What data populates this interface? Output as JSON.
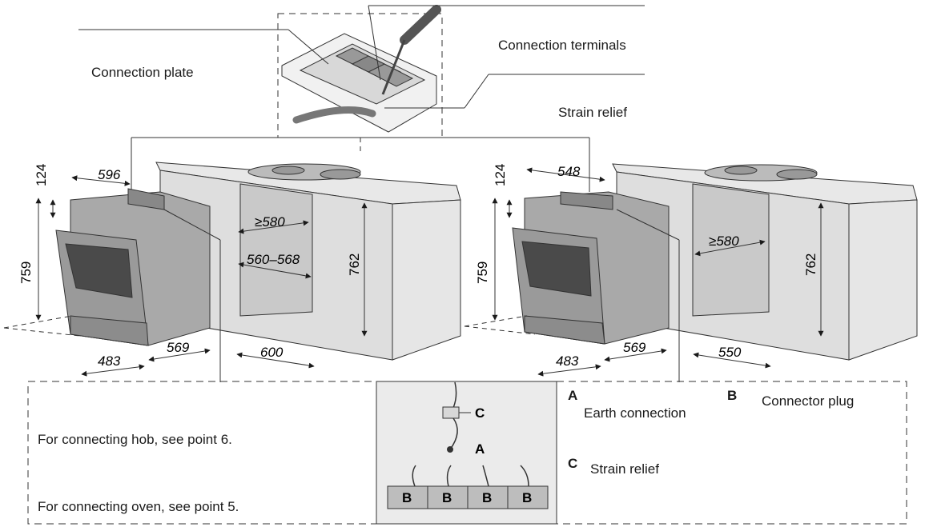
{
  "callouts": {
    "connection_plate": "Connection plate",
    "connection_terminals": "Connection terminals",
    "strain_relief": "Strain relief"
  },
  "left_unit": {
    "dim_top_depth": "596",
    "dim_top_height": "124",
    "dim_oven_height": "759",
    "dim_niche_min": "≥580",
    "dim_niche_range": "560–568",
    "dim_cabinet_height": "762",
    "dim_bottom_width": "483",
    "dim_bottom_depth": "569",
    "dim_niche_width": "600"
  },
  "right_unit": {
    "dim_top_depth": "548",
    "dim_top_height": "124",
    "dim_oven_height": "759",
    "dim_niche_min": "≥580",
    "dim_cabinet_height": "762",
    "dim_bottom_width": "483",
    "dim_bottom_depth": "569",
    "dim_niche_width": "550"
  },
  "notes": {
    "hob": "For connecting hob, see point 6.",
    "oven": "For connecting oven, see point 5."
  },
  "detail": {
    "label_c": "C",
    "label_a": "A",
    "plugs": [
      "B",
      "B",
      "B",
      "B"
    ]
  },
  "legend": {
    "a_key": "A",
    "a_text": "Earth connection",
    "b_key": "B",
    "b_text": "Connector plug",
    "c_key": "C",
    "c_text": "Strain relief"
  },
  "colors": {
    "oven_body": "#a9a9a9",
    "cabinet": "#dedede",
    "detail_bg": "#ebebeb",
    "plug": "#bdbdbd"
  }
}
